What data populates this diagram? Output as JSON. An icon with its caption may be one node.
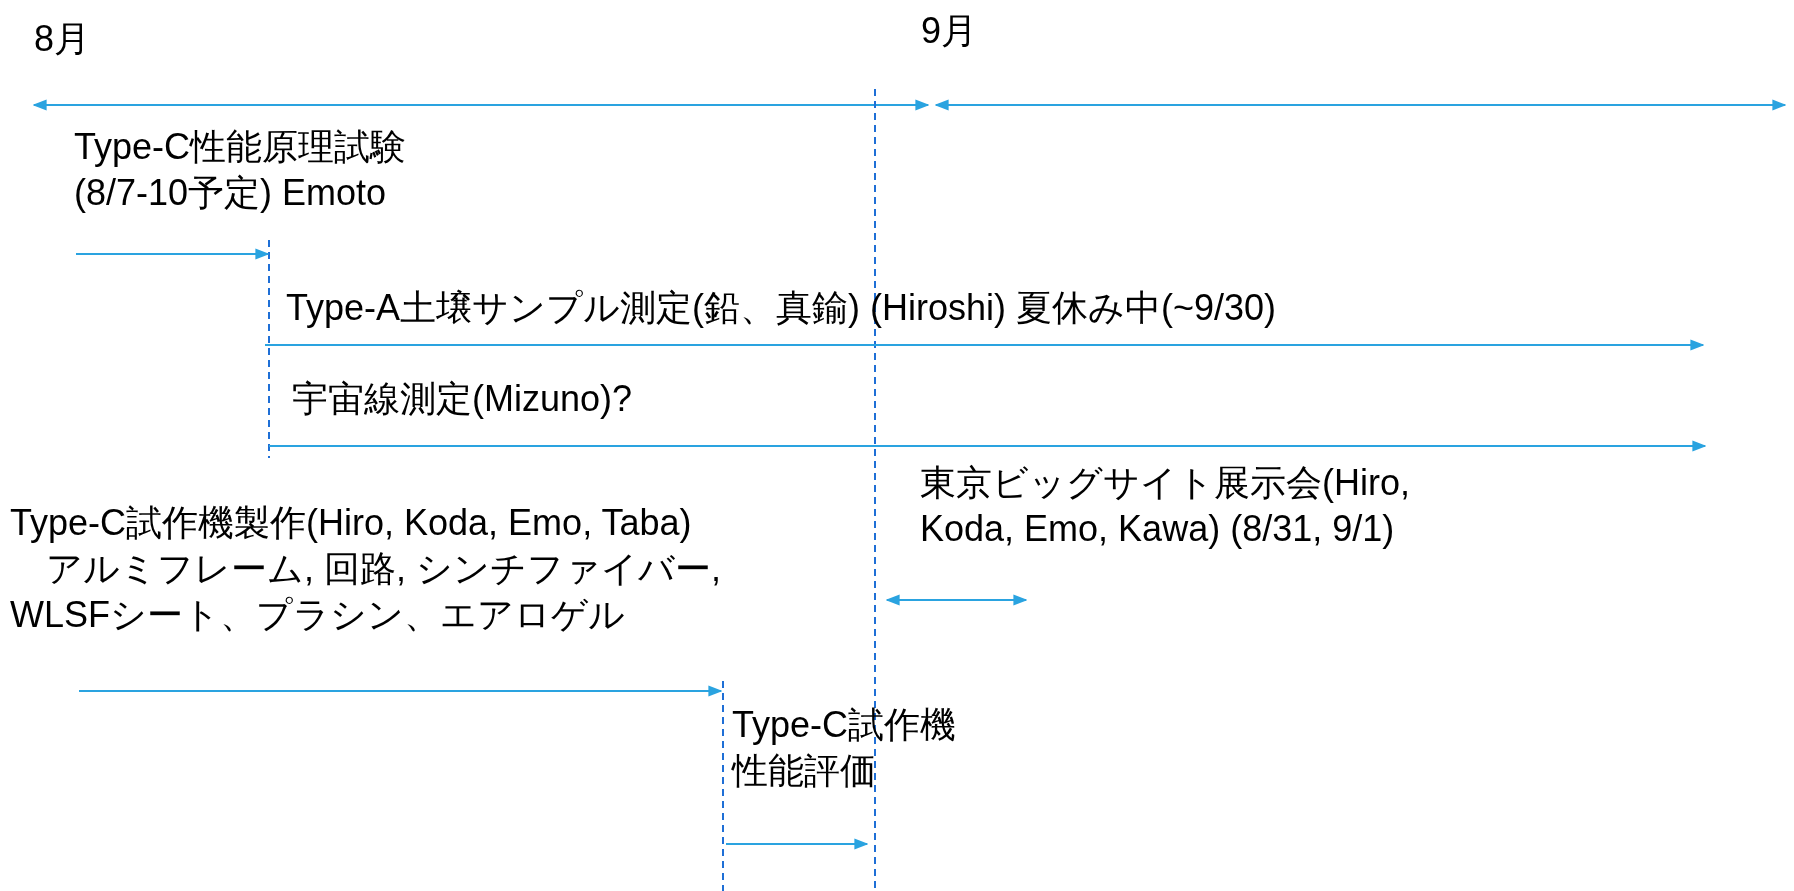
{
  "diagram": {
    "labels": [
      "8月",
      "9月",
      "Type-C性能原理試験 (8/7-10予定) Emoto",
      "Type-A土壌サンプル測定(鉛、真鍮) (Hiroshi)  夏休み中(~9/30)",
      "宇宙線測定(Mizuno)?",
      "東京ビッグサイト展示会(Hiro, Koda, Emo, Kawa) (8/31, 9/1)",
      "Type-C試作機製作(Hiro, Koda, Emo, Taba)",
      "アルミフレーム, 回路, シンチファイバー, WLSFシート、プラシン、エアロゲル",
      "Type-C試作機性能評価"
    ]
  }
}
